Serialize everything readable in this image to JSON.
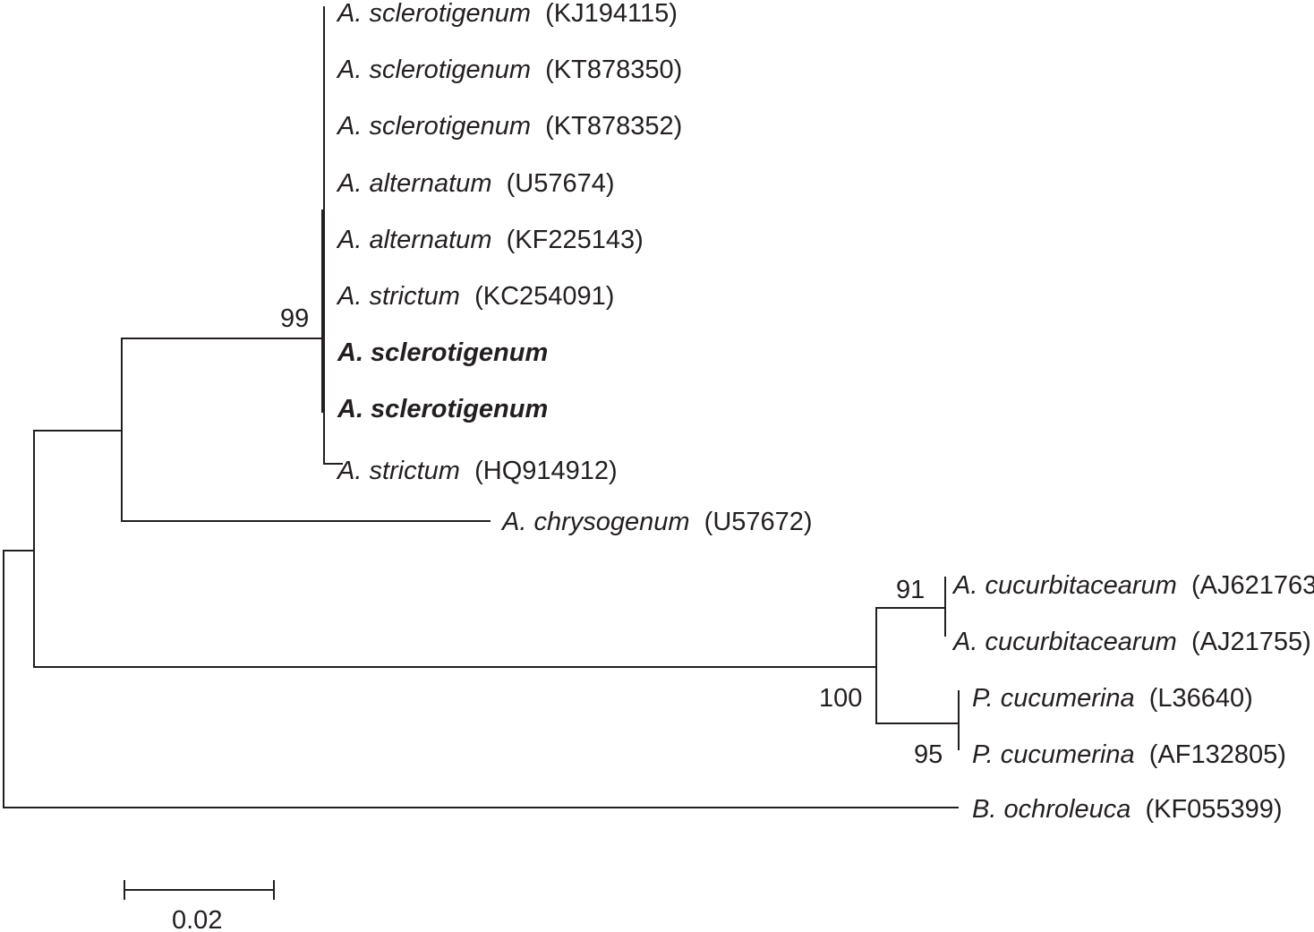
{
  "leaves": [
    {
      "species": "A. sclerotigenum",
      "accession": "(KJ194115)",
      "bold": false
    },
    {
      "species": "A. sclerotigenum",
      "accession": "(KT878350)",
      "bold": false
    },
    {
      "species": "A. sclerotigenum",
      "accession": "(KT878352)",
      "bold": false
    },
    {
      "species": "A. alternatum",
      "accession": "(U57674)",
      "bold": false
    },
    {
      "species": "A. alternatum",
      "accession": "(KF225143)",
      "bold": false
    },
    {
      "species": "A. strictum",
      "accession": "(KC254091)",
      "bold": false
    },
    {
      "species": "A. sclerotigenum",
      "accession": "",
      "bold": true
    },
    {
      "species": "A. sclerotigenum",
      "accession": "",
      "bold": true
    },
    {
      "species": "A. strictum",
      "accession": "(HQ914912)",
      "bold": false
    },
    {
      "species": "A. chrysogenum",
      "accession": "(U57672)",
      "bold": false
    },
    {
      "species": "A. cucurbitacearum",
      "accession": "(AJ621763)",
      "bold": false
    },
    {
      "species": "A. cucurbitacearum",
      "accession": "(AJ21755)",
      "bold": false
    },
    {
      "species": "P. cucumerina",
      "accession": "(L36640)",
      "bold": false
    },
    {
      "species": "P. cucumerina",
      "accession": "(AF132805)",
      "bold": false
    },
    {
      "species": "B. ochroleuca",
      "accession": "(KF055399)",
      "bold": false
    }
  ],
  "bootstrap": {
    "sclerotigenum_clade": "99",
    "cucurbitacearum_clade": "91",
    "outgroup_clade": "100",
    "cucumerina_clade": "95"
  },
  "scale_bar": {
    "label": "0.02"
  }
}
